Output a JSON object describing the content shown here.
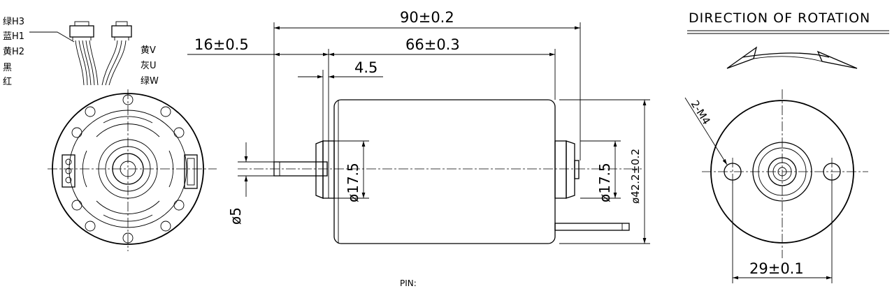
{
  "title": "DIRECTION  OF  ROTATION",
  "wire_labels_left": [
    "绿H3",
    "蓝H1",
    "黄H2",
    "黑",
    "红"
  ],
  "wire_labels_right": [
    "黄V",
    "灰U",
    "绿W"
  ],
  "dimensions": {
    "overall_length": "90±0.2",
    "body_length": "66±0.3",
    "shaft_length": "16±0.5",
    "boss_length": "4.5",
    "front_boss_dia": "ø17.5",
    "rear_boss_dia": "ø17.5",
    "body_dia": "ø42.2±0.2",
    "shaft_dia": "ø5",
    "mount_holes": "2-M4",
    "hole_spacing": "29±0.1"
  },
  "footer": "PIN:"
}
